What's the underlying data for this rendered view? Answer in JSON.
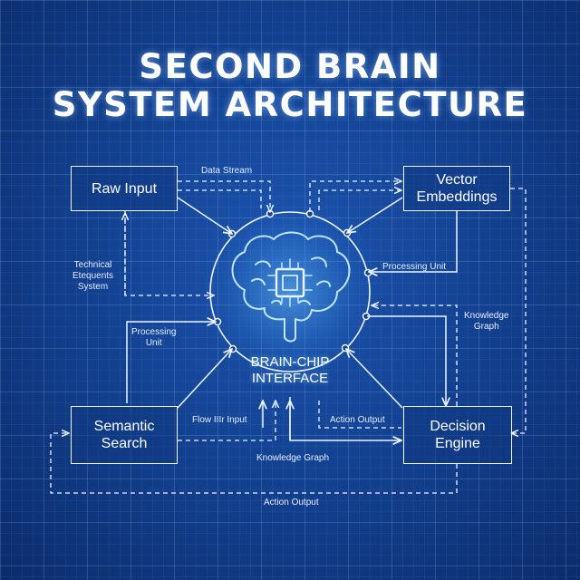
{
  "title": {
    "line1": "SECOND BRAIN",
    "line2": "SYSTEM ARCHITECTURE"
  },
  "nodes": {
    "raw_input": "Raw Input",
    "vector_embeddings": [
      "Vector",
      "Embeddings"
    ],
    "semantic_search": [
      "Semantic",
      "Search"
    ],
    "decision_engine": [
      "Decision",
      "Engine"
    ]
  },
  "center": {
    "label_line1": "BRAIN-CHIP",
    "label_line2": "INTERFACE",
    "icon": "brain-chip-icon"
  },
  "edge_labels": {
    "data_stream": "Data Stream",
    "processing_unit_right": "Processing Unit",
    "technical_1": "Technical",
    "technical_2": "Etequents",
    "technical_3": "System",
    "knowledge_graph_right_1": "Knowledge",
    "knowledge_graph_right_2": "Graph",
    "processing_unit_left_1": "Processing",
    "processing_unit_left_2": "Unit",
    "flow_input": "Flow IIIr Input",
    "action_output_mid": "Action Output",
    "knowledge_graph_bottom": "Knowledge Graph",
    "action_output_bottom": "Action Output"
  },
  "colors": {
    "background": "#134292",
    "line": "#eef5ff",
    "glow": "#7fc8ff"
  }
}
